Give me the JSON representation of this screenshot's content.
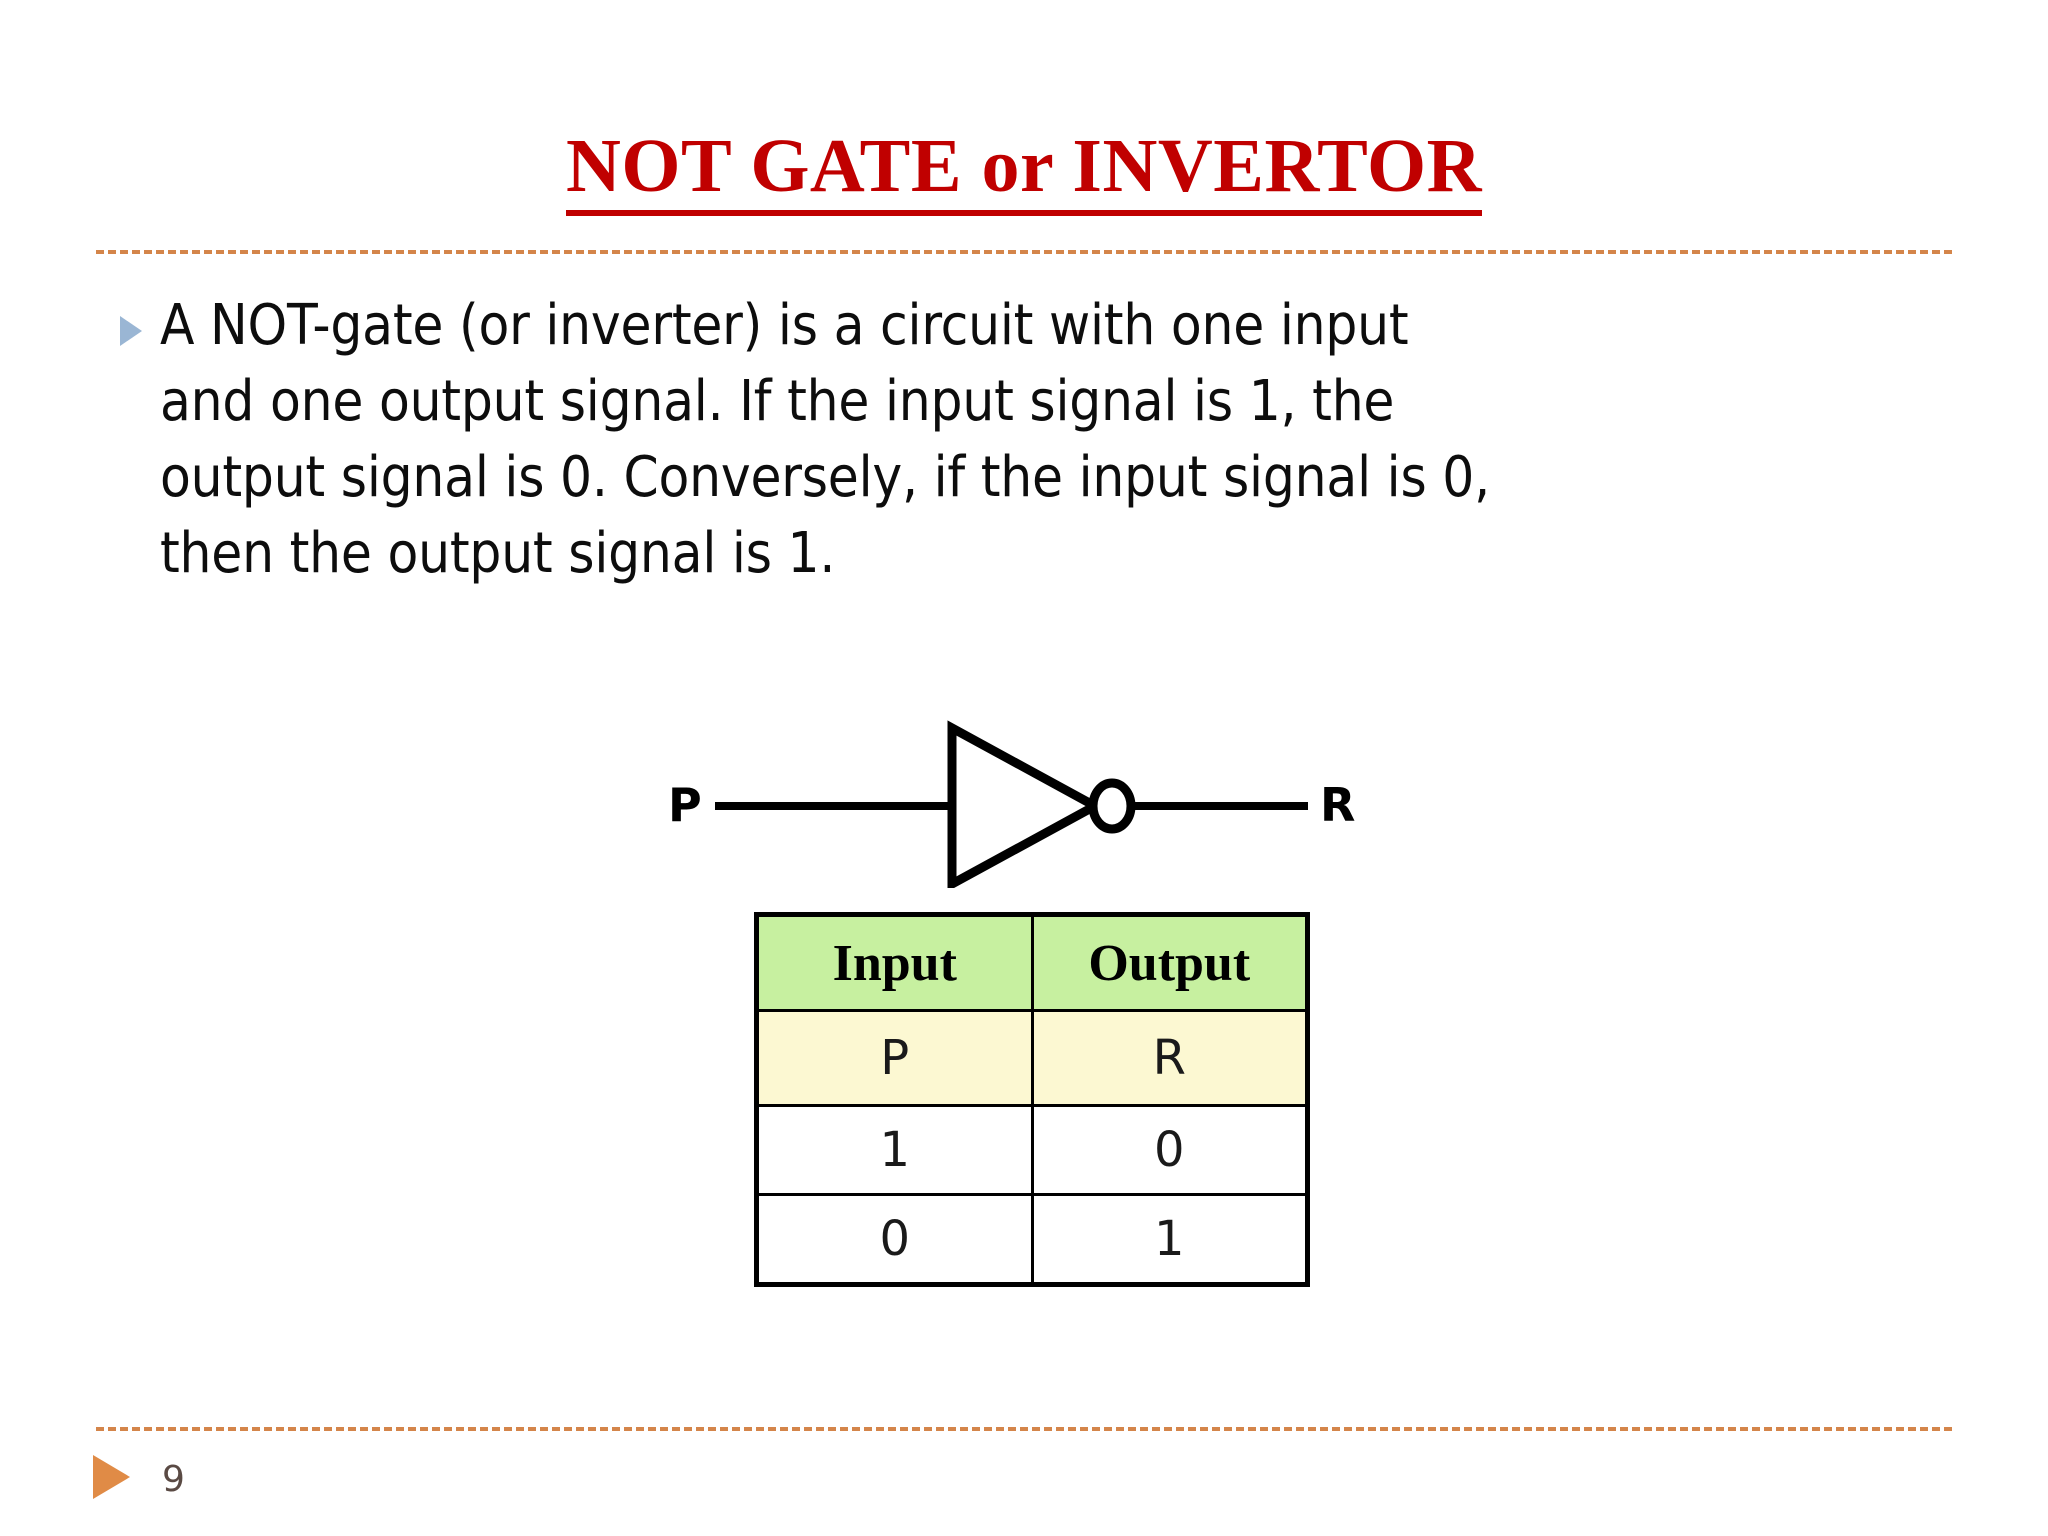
{
  "slide": {
    "title": "NOT GATE or INVERTOR",
    "title_color": "#c00000",
    "background_color": "#ffffff",
    "accent_dash_color": "#d4854a",
    "bullet_marker_color": "#9ab6d4"
  },
  "body": {
    "bullet_icon": "triangle-right-icon",
    "paragraph": "A NOT-gate (or inverter) is a circuit with one input and one output signal. If the input signal is 1, the output signal is 0. Conversely, if the input signal is 0, then the output signal is 1."
  },
  "diagram": {
    "name": "not-gate-symbol",
    "input_label": "P",
    "output_label": "R",
    "shape": "triangle-with-inversion-bubble",
    "stroke_color": "#000000"
  },
  "truth_table": {
    "headers": [
      "Input",
      "Output"
    ],
    "variables": [
      "P",
      "R"
    ],
    "rows": [
      [
        "1",
        "0"
      ],
      [
        "0",
        "1"
      ]
    ],
    "header_fill": "#c7f0a0",
    "variable_fill": "#fcf8d2",
    "data_fill": "#ffffff",
    "border_color": "#000000"
  },
  "footer": {
    "page_number": "9",
    "marker_icon": "triangle-right-icon",
    "marker_color": "#e08b46",
    "page_number_color": "#5a4a44"
  }
}
